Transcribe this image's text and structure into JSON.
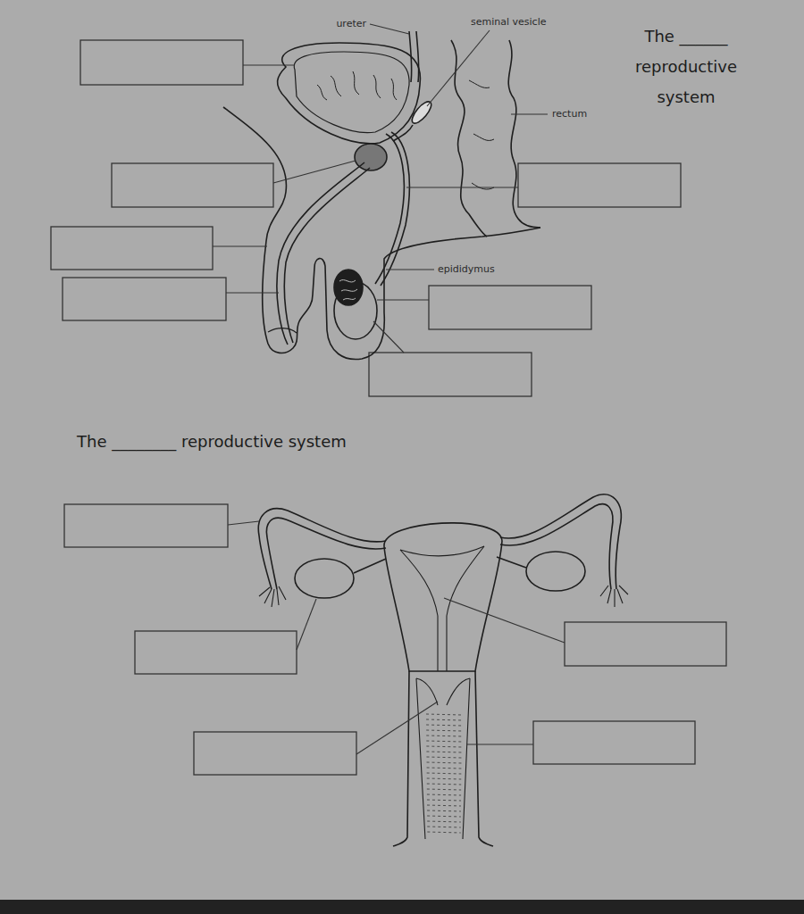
{
  "diagram": {
    "labels": [
      "ureter",
      "seminal vesicle",
      "rectum",
      "epididymus",
      "The ______ reproductive system",
      "The ________ reproductive system"
    ]
  }
}
